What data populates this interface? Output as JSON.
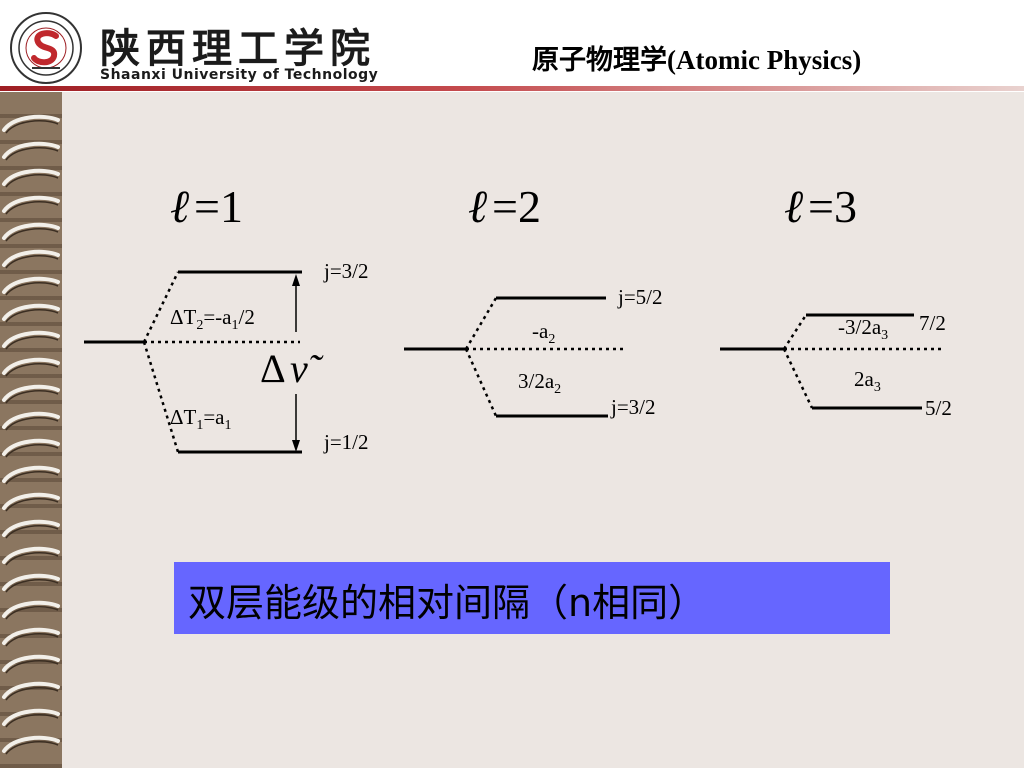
{
  "header": {
    "university_cn": "陕西理工学院",
    "university_en": "Shaanxi University of Technology",
    "course_title": "原子物理学(Atomic  Physics)",
    "accent_color": "#9e1e23"
  },
  "diagram": {
    "l1": {
      "title_l": "ℓ",
      "title_val": "=1",
      "upper_j": "j=3/2",
      "lower_j": "j=1/2",
      "dT2_a": "ΔT",
      "dT2_sub": "2",
      "dT2_b": "=-a",
      "dT2_sub2": "1",
      "dT2_c": "/2",
      "dT1_a": "ΔT",
      "dT1_sub": "1",
      "dT1_b": "=a",
      "dT1_sub2": "1",
      "delta_symbol": "Δ",
      "nu_symbol": "ν̃"
    },
    "l2": {
      "title_l": "ℓ",
      "title_val": "=2",
      "upper_j": "j=5/2",
      "lower_j": "j=3/2",
      "shift_up_a": "-a",
      "shift_up_sub": "2",
      "shift_down_a": "3/2a",
      "shift_down_sub": "2"
    },
    "l3": {
      "title_l": "ℓ",
      "title_val": "=3",
      "upper_j": "7/2",
      "lower_j": "5/2",
      "shift_up_a": "-3/2a",
      "shift_up_sub": "3",
      "shift_down_a": "2a",
      "shift_down_sub": "3"
    }
  },
  "banner": {
    "text": "双层能级的相对间隔（n相同）",
    "color": "#6666ff"
  }
}
